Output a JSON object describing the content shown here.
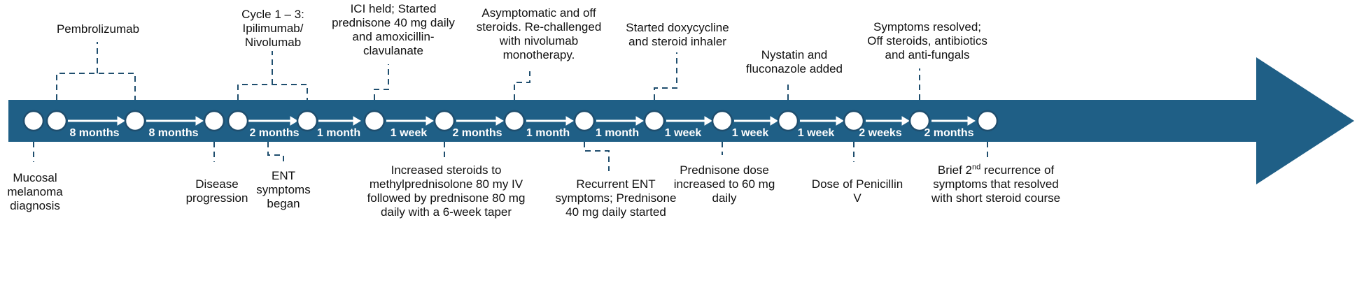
{
  "colors": {
    "band": "#1f5f86",
    "line": "#1f4e6e",
    "node_fill": "#ffffff",
    "text": "#111111",
    "duration_text": "#ffffff"
  },
  "durations": [
    "8 months",
    "8 months",
    "2 months",
    "1 month",
    "1 week",
    "2 months",
    "1 month",
    "1 month",
    "1 week",
    "1 week",
    "1 week",
    "2 weeks",
    "2 months"
  ],
  "labels": {
    "pembrolizumab": "Pembrolizumab",
    "cycle_1_3": "Cycle 1 – 3:",
    "ipi_nivo_1": "Ipilimumab/",
    "ipi_nivo_2": "Nivolumab",
    "ici_held_1": "ICI held; Started",
    "ici_held_2": "prednisone 40 mg daily",
    "ici_held_3": "and amoxicillin-",
    "ici_held_4": "clavulanate",
    "asym_1": "Asymptomatic and off",
    "asym_2": "steroids. Re-challenged",
    "asym_3": "with nivolumab",
    "asym_4": "monotherapy.",
    "doxy_1": "Started doxycycline",
    "doxy_2": "and steroid inhaler",
    "nystatin_1": "Nystatin and",
    "nystatin_2": "fluconazole added",
    "resolved_1": "Symptoms resolved;",
    "resolved_2": "Off steroids, antibiotics",
    "resolved_3": "and anti-fungals",
    "mucosal_1": "Mucosal",
    "mucosal_2": "melanoma",
    "mucosal_3": "diagnosis",
    "progression_1": "Disease",
    "progression_2": "progression",
    "ent_1": "ENT",
    "ent_2": "symptoms",
    "ent_3": "began",
    "increased_1": "Increased steroids to",
    "increased_2": "methylprednisolone 80 my IV",
    "increased_3": "followed by prednisone 80 mg",
    "increased_4": "daily with a 6-week taper",
    "recurrent_1": "Recurrent ENT",
    "recurrent_2": "symptoms; Prednisone",
    "recurrent_3": "40 mg daily started",
    "pred60_1": "Prednisone dose",
    "pred60_2": "increased to 60 mg",
    "pred60_3": "daily",
    "penicillin_1": "Dose of Penicillin",
    "penicillin_2": "V",
    "brief_pre": "Brief 2",
    "brief_sup": "nd",
    "brief_post": " recurrence of",
    "brief_2": "symptoms that resolved",
    "brief_3": "with short steroid course"
  }
}
